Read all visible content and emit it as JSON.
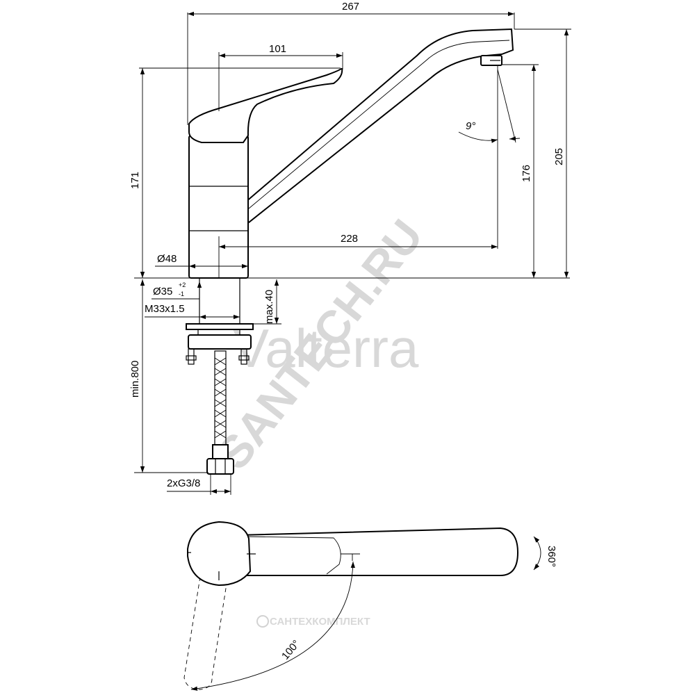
{
  "dimensions": {
    "overall_length": "267",
    "lever_length": "101",
    "spout_reach": "228",
    "body_height": "171",
    "spout_outlet_height": "176",
    "overall_height": "205",
    "base_diameter": "Ø48",
    "hole_diameter": "Ø35",
    "hole_tolerance_upper": "+2",
    "hole_tolerance_lower": "-1",
    "thread": "M33x1.5",
    "max_deck_thickness": "max.40",
    "min_hose_length": "min.800",
    "connections": "2xG3/8",
    "outlet_angle": "9°",
    "spout_rotation": "360°",
    "lever_rotation": "100°"
  },
  "watermarks": {
    "brand": "Valterra",
    "site": "SANTECH.RU",
    "company": "САНТЕХКОМПЛЕКТ"
  }
}
